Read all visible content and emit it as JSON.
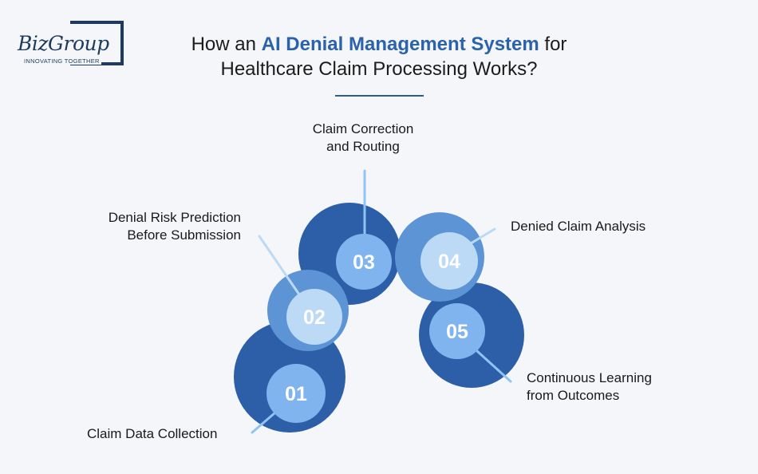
{
  "logo": {
    "name": "BizGroup",
    "tagline": "INNOVATING TOGETHER"
  },
  "title": {
    "prefix": "How an ",
    "highlight": "AI Denial Management System",
    "suffix_line1": " for",
    "line2": "Healthcare Claim Processing Works?"
  },
  "steps": [
    {
      "number": "01",
      "label_line1": "Claim Data Collection",
      "label_line2": ""
    },
    {
      "number": "02",
      "label_line1": "Denial Risk Prediction",
      "label_line2": "Before Submission"
    },
    {
      "number": "03",
      "label_line1": "Claim Correction",
      "label_line2": "and Routing"
    },
    {
      "number": "04",
      "label_line1": "Denied Claim Analysis",
      "label_line2": ""
    },
    {
      "number": "05",
      "label_line1": "Continuous Learning",
      "label_line2": "from Outcomes"
    }
  ],
  "colors": {
    "dark_blue": "#2c5fa8",
    "medium_blue": "#5c94d6",
    "light_blue": "#bcdaf5",
    "inner_blue": "#7fb4ee",
    "connector": "#8fc4f3",
    "number_text": "#ffffff",
    "accent": "#2a62ad"
  }
}
